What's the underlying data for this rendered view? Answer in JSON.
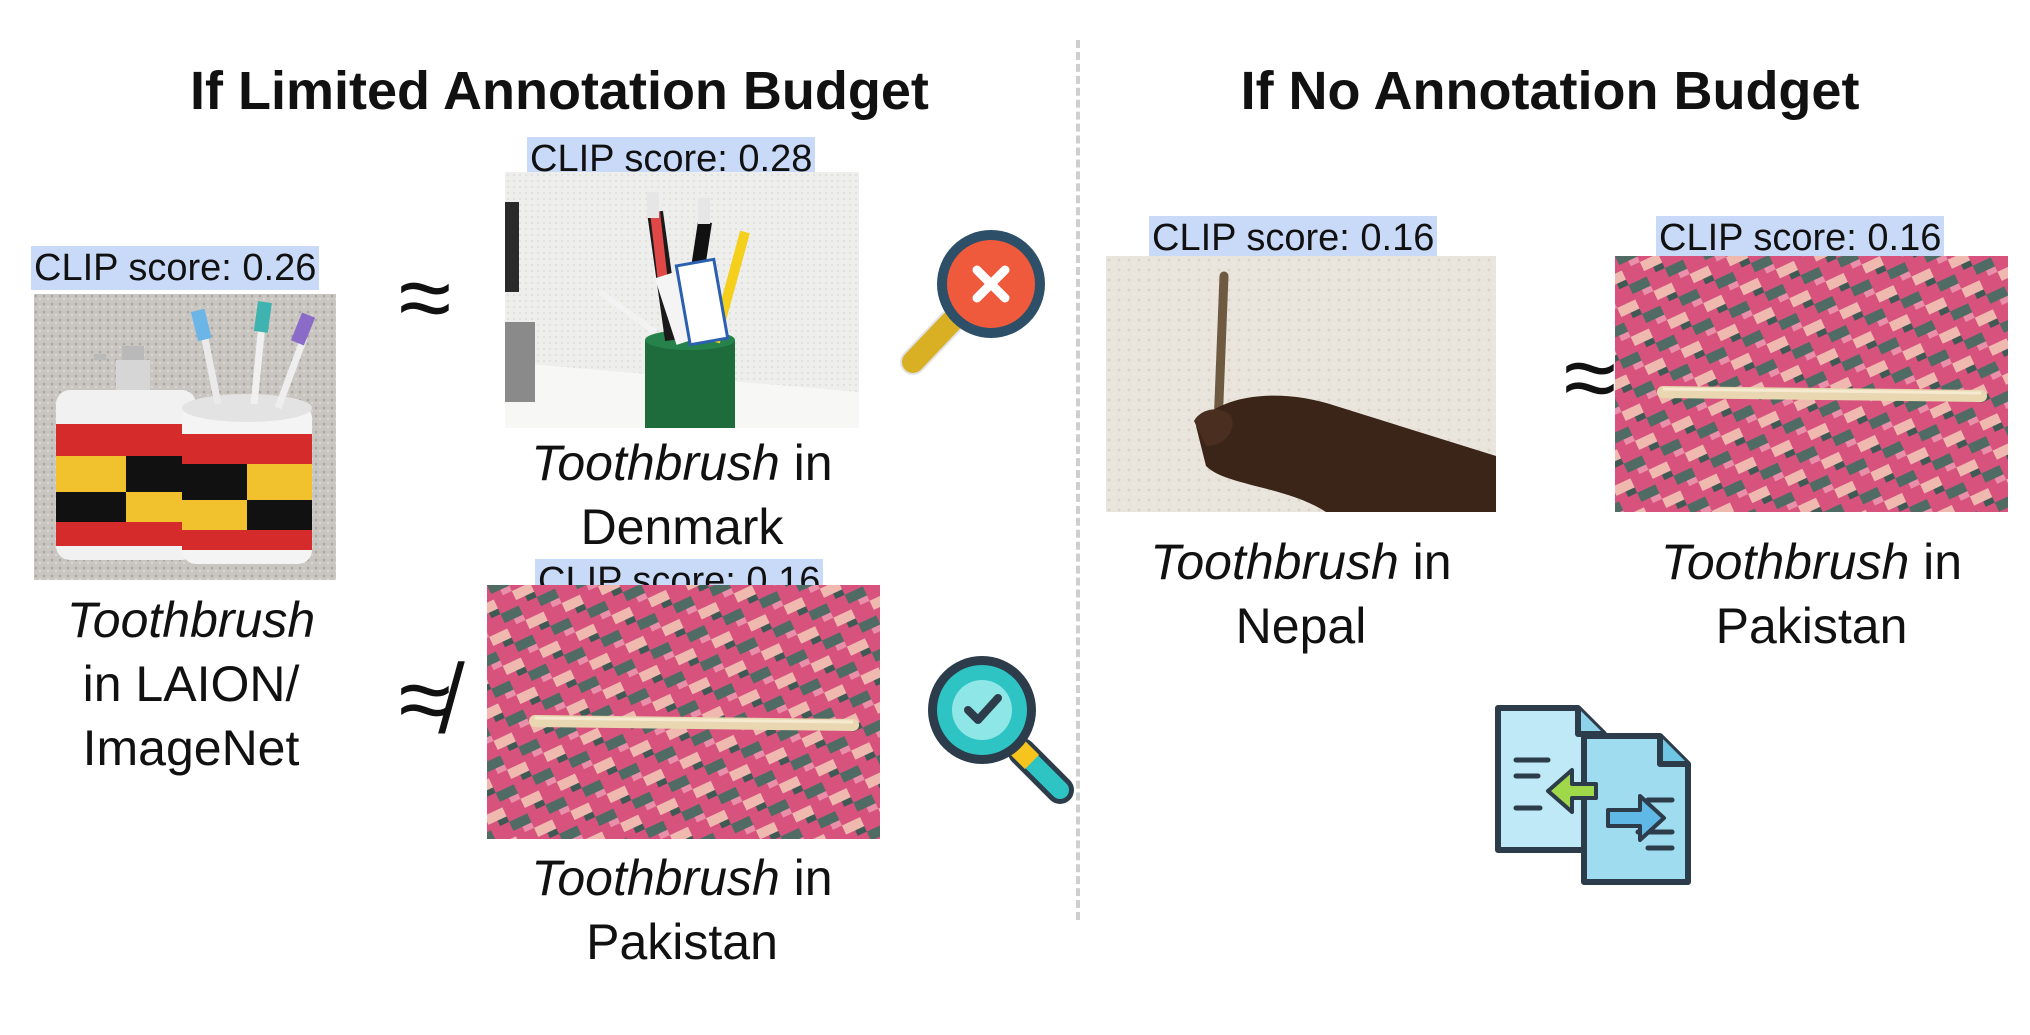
{
  "headings": {
    "left": "If Limited Annotation Budget",
    "right": "If No Annotation Budget"
  },
  "score_label": "CLIP score:",
  "images": {
    "laion": {
      "score": "0.26",
      "subject": "Toothbrush",
      "caption_rest": "in LAION/",
      "caption_line2": "ImageNet"
    },
    "denmark": {
      "score": "0.28",
      "subject": "Toothbrush",
      "joiner": "in",
      "place": "Denmark"
    },
    "pakistan_left": {
      "score": "0.16",
      "subject": "Toothbrush",
      "joiner": "in",
      "place": "Pakistan"
    },
    "nepal": {
      "score": "0.16",
      "subject": "Toothbrush",
      "joiner": "in",
      "place": "Nepal"
    },
    "pakistan_right": {
      "score": "0.16",
      "subject": "Toothbrush",
      "joiner": "in",
      "place": "Pakistan"
    }
  },
  "relations": {
    "approx": "≈",
    "not_approx": "≉"
  },
  "icons": {
    "reject": "magnifier-cross-icon",
    "accept": "magnifier-check-icon",
    "exchange": "document-exchange-icon"
  },
  "colors": {
    "score_highlight": "#c9daf8",
    "reject_red": "#ef5a3c",
    "accept_teal": "#2ec4c4",
    "handle_yellow": "#f7c31d",
    "doc_blue": "#bfe9f6",
    "arrow_green": "#9fd94a",
    "arrow_blue": "#5fb8e6"
  }
}
